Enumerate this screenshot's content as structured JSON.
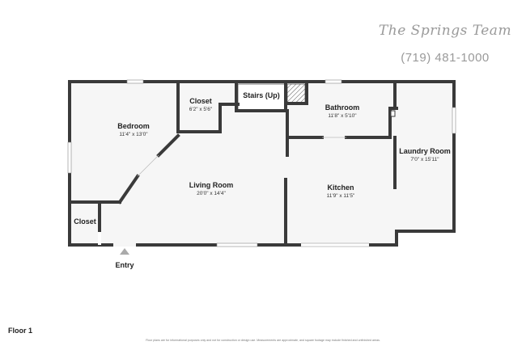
{
  "branding": {
    "team_name": "The Springs Team",
    "phone": "(719) 481-1000"
  },
  "floor_label": "Floor 1",
  "disclaimer": "Floor plans are for informational purposes only and not for construction or design use. Measurements are approximate, and square footage may include finished and unfinished areas.",
  "rooms": {
    "bedroom": {
      "name": "Bedroom",
      "dims": "11'4\" x 13'0\""
    },
    "closet_top": {
      "name": "Closet",
      "dims": "6'2\" x 5'6\""
    },
    "stairs": {
      "name": "Stairs (Up)"
    },
    "bathroom": {
      "name": "Bathroom",
      "dims": "11'8\" x 5'10\""
    },
    "laundry": {
      "name": "Laundry Room",
      "dims": "7'0\" x 15'11\""
    },
    "living": {
      "name": "Living Room",
      "dims": "20'0\" x 14'4\""
    },
    "kitchen": {
      "name": "Kitchen",
      "dims": "11'9\" x 11'5\""
    },
    "closet_bottom": {
      "name": "Closet"
    }
  },
  "entry_label": "Entry",
  "colors": {
    "wall": "#3a3a3a",
    "floor": "#f6f6f6",
    "window": "#ffffff",
    "brand": "#9a9a9a"
  }
}
